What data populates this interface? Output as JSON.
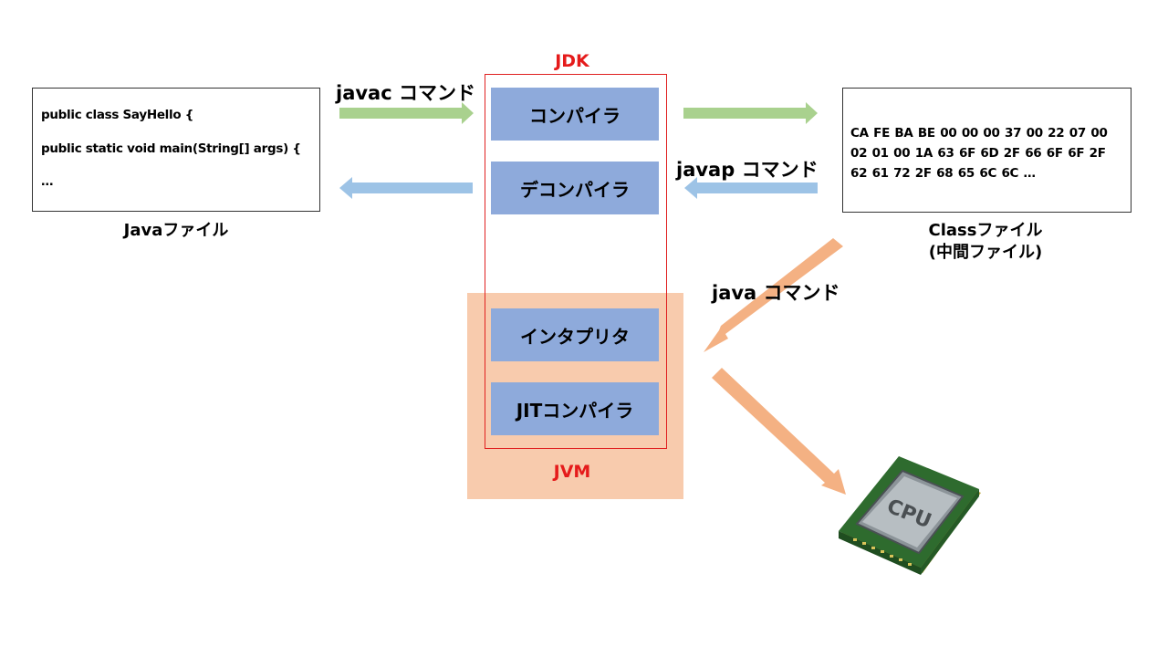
{
  "java_file": {
    "lines": [
      "public class SayHello {",
      "public static void main(String[] args) {",
      "…"
    ],
    "caption": "Javaファイル"
  },
  "class_file": {
    "hex": "CA FE BA BE 00 00 00 37 00 22 07 00 02 01 00 1A 63 6F 6D 2F 66 6F 6F 2F 62 61 72 2F 68 65 6C 6C …",
    "caption_line1": "Classファイル",
    "caption_line2": "(中間ファイル)"
  },
  "jdk": {
    "label": "JDK",
    "modules": [
      "コンパイラ",
      "デコンパイラ"
    ]
  },
  "jvm": {
    "label": "JVM",
    "modules": [
      "インタプリタ",
      "JITコンパイラ"
    ]
  },
  "commands": {
    "javac": "javac コマンド",
    "javap": "javap コマンド",
    "java": "java コマンド"
  },
  "cpu": {
    "label": "CPU"
  },
  "colors": {
    "module_fill": "#8eaadb",
    "jvm_fill": "#f8cbad",
    "jdk_border": "#e02020",
    "label_red": "#e51b1b",
    "arrow_green": "#a9d18e",
    "arrow_blue": "#9dc3e6",
    "arrow_orange": "#f4b183"
  }
}
